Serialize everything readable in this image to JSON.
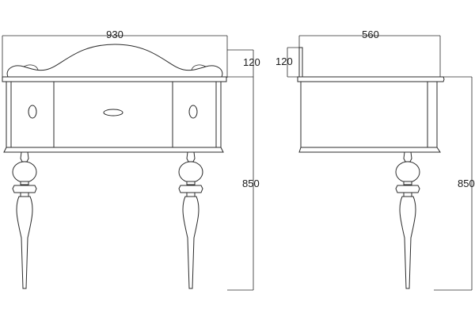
{
  "drawing": {
    "front_view": {
      "width_label": "930",
      "backsplash_height_label": "120",
      "total_height_label": "850"
    },
    "side_view": {
      "depth_label": "560",
      "backsplash_height_label": "120",
      "total_height_label": "850"
    },
    "colors": {
      "line": "#2b2b2b",
      "background": "#ffffff"
    }
  }
}
